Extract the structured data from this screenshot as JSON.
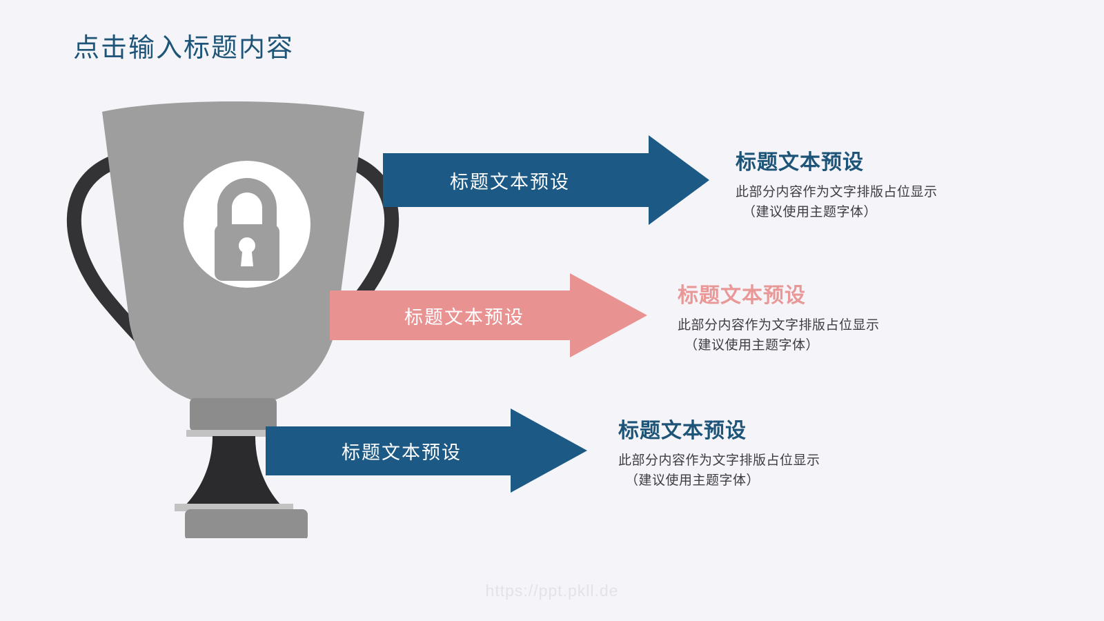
{
  "slide": {
    "background_color": "#f5f5f9",
    "title": "点击输入标题内容",
    "title_color": "#1d5478"
  },
  "graphic": {
    "name": "trophy-with-lock",
    "cup_color": "#9e9e9e",
    "handle_color": "#333336",
    "stem_color": "#2b2b2e",
    "collar_color": "#8c8c8c",
    "base_color": "#8f8f8f",
    "rim_color": "#c2c2c2",
    "badge_color": "#ffffff",
    "icon": "lock-icon",
    "icon_color": "#9e9e9e"
  },
  "arrows": [
    {
      "id": "arrow-1",
      "label": "标题文本预设",
      "color": "#1c5a85",
      "label_color": "#ffffff"
    },
    {
      "id": "arrow-2",
      "label": "标题文本预设",
      "color": "#e99292",
      "label_color": "#ffffff"
    },
    {
      "id": "arrow-3",
      "label": "标题文本预设",
      "color": "#1c5a85",
      "label_color": "#ffffff"
    }
  ],
  "text_blocks": [
    {
      "id": "text-block-1",
      "heading": "标题文本预设",
      "heading_color": "#1d5478",
      "line1": "此部分内容作为文字排版占位显示",
      "line2": "（建议使用主题字体）"
    },
    {
      "id": "text-block-2",
      "heading": "标题文本预设",
      "heading_color": "#e99898",
      "line1": "此部分内容作为文字排版占位显示",
      "line2": "（建议使用主题字体）"
    },
    {
      "id": "text-block-3",
      "heading": "标题文本预设",
      "heading_color": "#1d5478",
      "line1": "此部分内容作为文字排版占位显示",
      "line2": "（建议使用主题字体）"
    }
  ],
  "footer": {
    "url": "https://ppt.pkll.de"
  }
}
